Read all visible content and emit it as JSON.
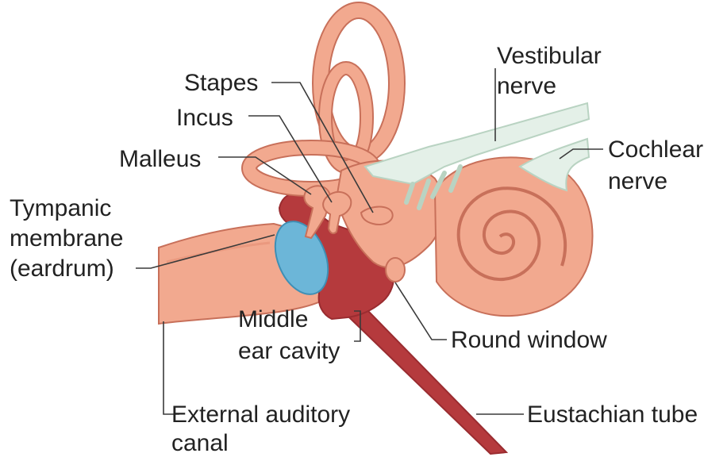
{
  "diagram": {
    "labels": {
      "stapes": "Stapes",
      "incus": "Incus",
      "malleus": "Malleus",
      "tympanic_line1": "Tympanic",
      "tympanic_line2": "membrane",
      "tympanic_line3": "(eardrum)",
      "vestibular_line1": "Vestibular",
      "vestibular_line2": "nerve",
      "cochlear_line1": "Cochlear",
      "cochlear_line2": "nerve",
      "middle_ear_line1": "Middle",
      "middle_ear_line2": "ear cavity",
      "round_window": "Round window",
      "external_line1": "External auditory",
      "external_line2": "canal",
      "eustachian": "Eustachian tube"
    },
    "colors": {
      "tissue": "#f2a98f",
      "tissue_dark": "#e58f74",
      "outline": "#c8705a",
      "cavity": "#b53a3d",
      "cavity_dark": "#9a2c30",
      "eardrum": "#6cb6d8",
      "nerve": "#e4f0e8",
      "nerve_outline": "#b9d3c2",
      "text": "#222222"
    }
  }
}
